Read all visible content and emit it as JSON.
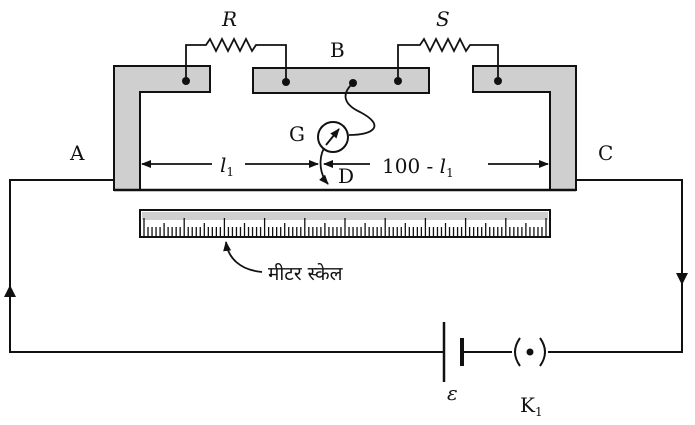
{
  "labels": {
    "R": "R",
    "S": "S",
    "B": "B",
    "A": "A",
    "C": "C",
    "G": "G",
    "D": "D",
    "l1_base": "l",
    "l1_sub": "1",
    "right_len_prefix": "100 - ",
    "right_len_base": "l",
    "right_len_sub": "1",
    "scale": "मीटर स्केल",
    "emf": "ε",
    "key_base": "K",
    "key_sub": "1"
  },
  "colors": {
    "strip": "#cfcfcf",
    "line": "#111111"
  }
}
